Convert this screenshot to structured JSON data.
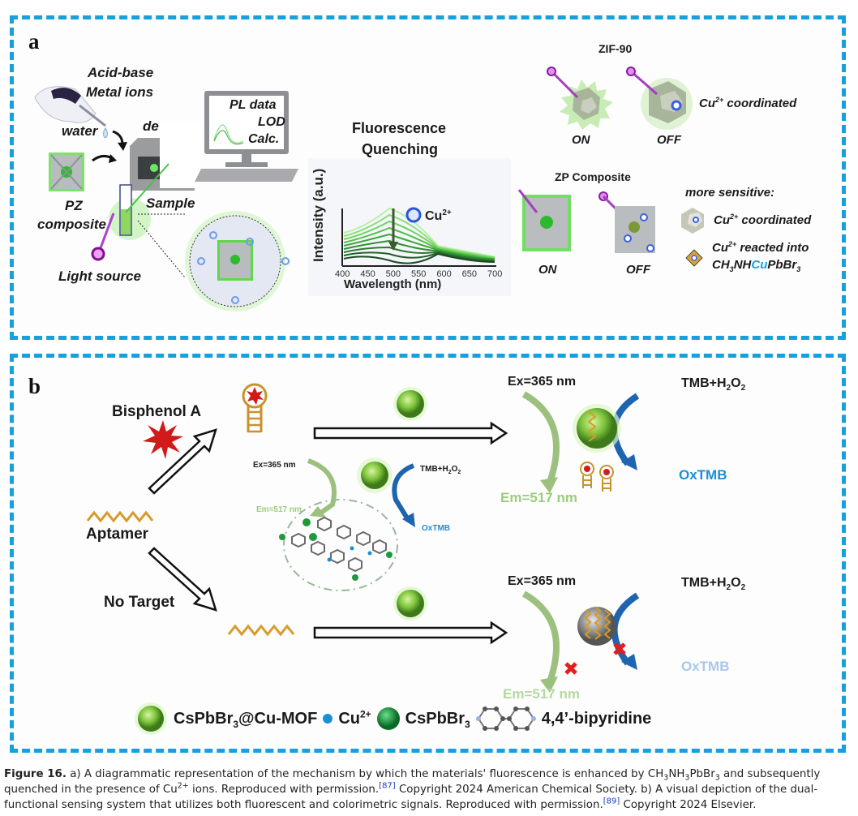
{
  "panel_a": {
    "letter": "a",
    "left": {
      "acid_base": "Acid-base",
      "metal_ions": "Metal ions",
      "water": "water",
      "device_label": "de",
      "pz": "PZ",
      "composite": "composite",
      "sample": "Sample",
      "light_source": "Light source",
      "monitor_lines": [
        "PL data",
        "LOD",
        "Calc."
      ]
    },
    "spectrum": {
      "title_line1": "Fluorescence",
      "title_line2": "Quenching",
      "ylabel": "Intensity (a.u.)",
      "xlabel": "Wavelength (nm)",
      "x_ticks": [
        "400",
        "450",
        "500",
        "550",
        "600",
        "650",
        "700"
      ],
      "ion_label": "Cu",
      "ion_charge": "2+"
    },
    "right": {
      "zif_title": "ZIF-90",
      "on": "ON",
      "off": "OFF",
      "cu_coordinated": " coordinated",
      "cu": "Cu",
      "cu_charge": "2+",
      "zp_title": "ZP Composite",
      "more_sensitive": "more sensitive:",
      "reacted_into": " reacted into",
      "formula_a": "CH",
      "formula_b": "3",
      "formula_c": "NH",
      "formula_cu": "Cu",
      "formula_d": "PbBr",
      "formula_e": "3"
    }
  },
  "panel_b": {
    "letter": "b",
    "bisphenol": "Bisphenol A",
    "aptamer": "Aptamer",
    "no_target": "No Target",
    "ex": "Ex=365 nm",
    "em": "Em=517 nm",
    "tmb": "TMB+H",
    "h2o2_sub1": "2",
    "h2o2_o": "O",
    "h2o2_sub2": "2",
    "oxtmb": "OxTMB",
    "legend": {
      "item1": "CsPbBr",
      "item1_sub": "3",
      "item1_suffix": "@Cu-MOF",
      "item2": "Cu",
      "item2_sup": "2+",
      "item3": "CsPbBr",
      "item3_sub": "3",
      "item4": "4,4’-bipyridine"
    }
  },
  "caption": {
    "fig_label": "Figure 16.",
    "t1": " a) A diagrammatic representation of the mechanism by which the materials' fluorescence is enhanced by CH",
    "s1": "3",
    "t2": "NH",
    "s2": "3",
    "t3": "PbBr",
    "s3": "3",
    "t4": " and subsequently quenched in the presence of Cu",
    "sup1": "2+",
    "t5": " ions. Reproduced with permission.",
    "ref1": "[87]",
    "t6": " Copyright 2024 American Chemical Society. b) A visual depiction of the dual-functional sensing system that utilizes both fluorescent and colorimetric signals. Reproduced with permission.",
    "ref2": "[89]",
    "t7": " Copyright 2024 Elsevier."
  },
  "colors": {
    "border": "#16a0de",
    "green": "#5fcf4a",
    "cu_blue": "#2a55d8",
    "ox_blue": "#1a8fd8",
    "em_green": "#9ccc7e"
  }
}
